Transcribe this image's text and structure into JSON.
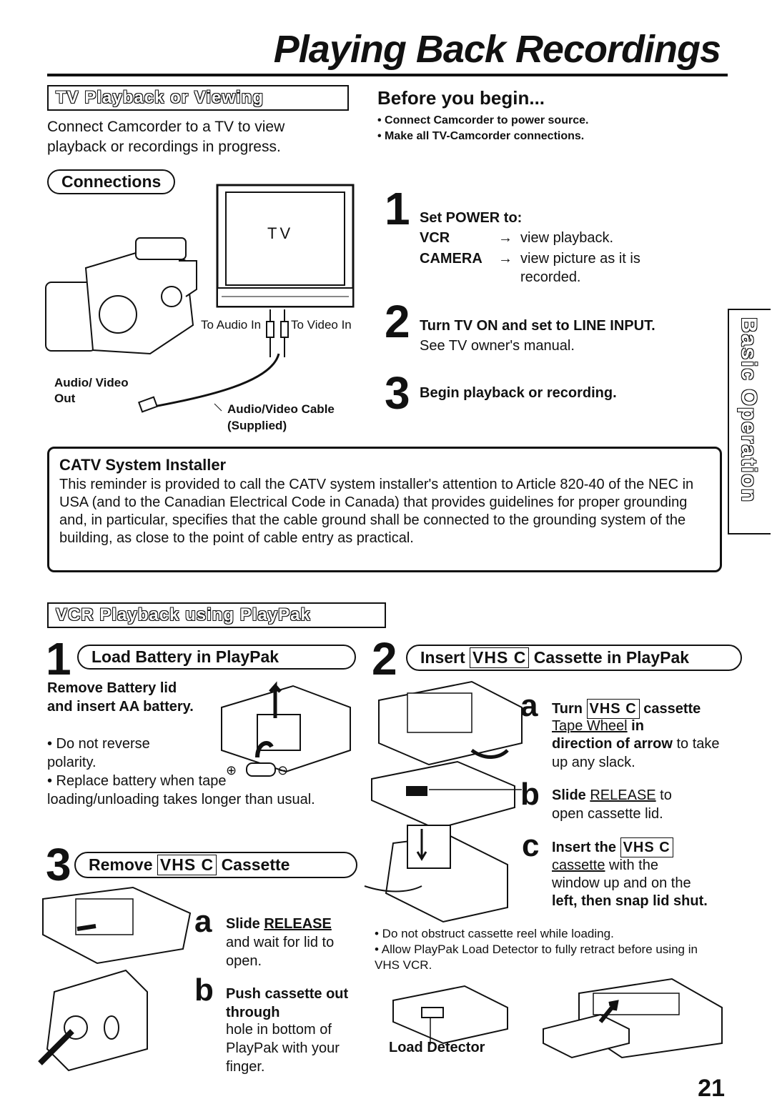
{
  "title": "Playing Back Recordings",
  "side_tab": "Basic Operation",
  "tv_section": {
    "heading": "TV Playback or Viewing",
    "intro": "Connect Camcorder to a TV to view playback or recordings in progress.",
    "connections_label": "Connections",
    "diagram_labels": {
      "tv": "TV",
      "to_audio_in": "To Audio In",
      "to_video_in": "To Video In",
      "audio_video_out": "Audio/ Video Out",
      "cable": "Audio/Video Cable",
      "supplied": "(Supplied)"
    }
  },
  "before": {
    "heading": "Before you begin...",
    "items": [
      "• Connect Camcorder to power source.",
      "• Make all TV-Camcorder connections."
    ]
  },
  "steps": [
    {
      "num": "1",
      "title": "Set POWER to:",
      "rows": [
        {
          "mode": "VCR",
          "arrow": "→",
          "desc": "view playback."
        },
        {
          "mode": "CAMERA",
          "arrow": "→",
          "desc": "view picture as it is recorded."
        }
      ]
    },
    {
      "num": "2",
      "title": "Turn TV ON and set to LINE INPUT.",
      "sub": "See TV owner's manual."
    },
    {
      "num": "3",
      "title": "Begin playback or recording."
    }
  ],
  "catv": {
    "heading": "CATV System Installer",
    "body": "This reminder is provided to call the CATV system installer's attention to Article 820-40 of the NEC in USA (and to the Canadian Electrical Code in Canada) that provides guidelines for proper grounding and, in particular, specifies that the cable ground shall be connected to the grounding system of the building, as close to the point of cable entry as practical."
  },
  "vcr_section": {
    "heading": "VCR Playback using PlayPak",
    "vhsc": "VHS C",
    "step1": {
      "num": "1",
      "label": "Load Battery in PlayPak",
      "instr": "Remove Battery lid and insert AA battery.",
      "b1": "• Do not reverse polarity.",
      "b2": "• Replace battery when tape loading/unloading takes longer than usual.",
      "plus": "⊕",
      "minus": "⊖"
    },
    "step2": {
      "num": "2",
      "label_a": "Insert",
      "label_b": "Cassette in PlayPak",
      "a_letter": "a",
      "a_pre": "Turn",
      "a_post": "cassette",
      "a_link": "Tape Wheel",
      "a_in": " in",
      "a_dir": "direction of arrow",
      "a_rest": " to take up any slack.",
      "b_letter": "b",
      "b_pre": "Slide",
      "b_link": "RELEASE",
      "b_post": " to",
      "b_rest": "open cassette lid.",
      "c_letter": "c",
      "c_pre": "Insert the",
      "c_link": "cassette",
      "c_post": " with the",
      "c_rest1": "window up and on the",
      "c_rest2": "left, then snap lid shut."
    },
    "step3": {
      "num": "3",
      "label_a": "Remove",
      "label_b": "Cassette",
      "a_letter": "a",
      "a_pre": "Slide",
      "a_link": "RELEASE",
      "a_rest": "and wait for lid to open.",
      "b_letter": "b",
      "b_bold": "Push cassette out through",
      "b_rest": "hole in bottom of PlayPak with your finger."
    },
    "notes": [
      "• Do not obstruct cassette reel while loading.",
      "• Allow PlayPak Load Detector to fully retract before using in VHS VCR."
    ],
    "load_detector": "Load Detector"
  },
  "page_number": "21"
}
